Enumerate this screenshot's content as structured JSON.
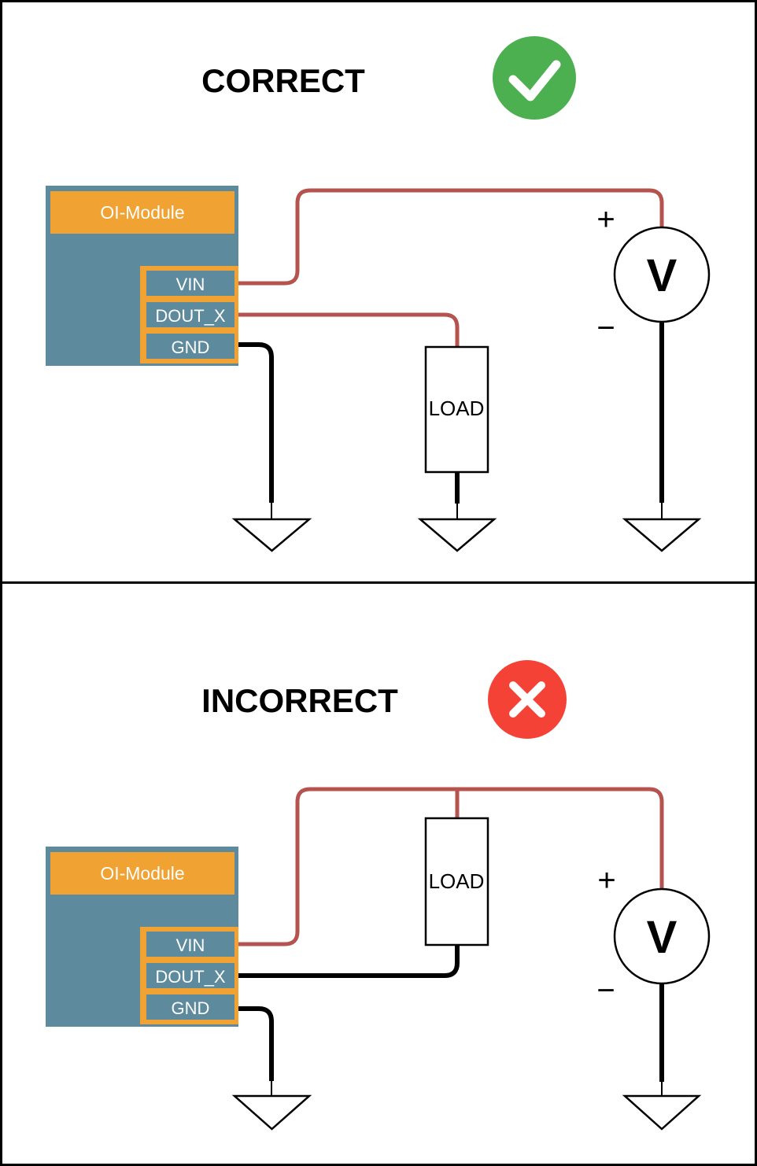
{
  "diagram": {
    "correct": {
      "title": "CORRECT",
      "module_title": "OI-Module",
      "pin_vin": "VIN",
      "pin_dout": "DOUT_X",
      "pin_gnd": "GND",
      "load_label": "LOAD",
      "meter_label": "V",
      "plus_label": "+",
      "minus_label": "−"
    },
    "incorrect": {
      "title": "INCORRECT",
      "module_title": "OI-Module",
      "pin_vin": "VIN",
      "pin_dout": "DOUT_X",
      "pin_gnd": "GND",
      "load_label": "LOAD",
      "meter_label": "V",
      "plus_label": "+",
      "minus_label": "−"
    },
    "colors": {
      "module_body": "#5E8A9E",
      "module_accent": "#F0A233",
      "pin_fill": "#5E8A9E",
      "wire_positive": "#B5534F",
      "wire_ground": "#000000",
      "status_correct_green": "#4CAF50",
      "status_incorrect_red": "#F44336",
      "icon_mark_white": "#FFFFFF"
    }
  }
}
